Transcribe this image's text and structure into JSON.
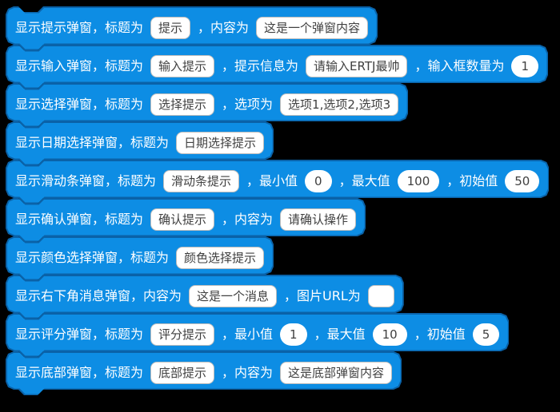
{
  "colors": {
    "background": "#000000",
    "block_fill": "#0D8DE4",
    "block_stroke": "#0A62A8",
    "input_text": "#404040"
  },
  "blocks": [
    {
      "id": "show-alert",
      "segments": [
        {
          "type": "label",
          "text": "显示提示弹窗，标题为"
        },
        {
          "type": "text",
          "name": "title-input",
          "value": "提示"
        },
        {
          "type": "label",
          "text": "，内容为"
        },
        {
          "type": "text",
          "name": "content-input",
          "value": "这是一个弹窗内容"
        }
      ]
    },
    {
      "id": "show-input",
      "segments": [
        {
          "type": "label",
          "text": "显示输入弹窗，标题为"
        },
        {
          "type": "text",
          "name": "title-input",
          "value": "输入提示"
        },
        {
          "type": "label",
          "text": "，提示信息为"
        },
        {
          "type": "text",
          "name": "message-input",
          "value": "请输入ERTJ最帅"
        },
        {
          "type": "label",
          "text": "，输入框数量为"
        },
        {
          "type": "number",
          "name": "input-count-input",
          "value": "1"
        }
      ]
    },
    {
      "id": "show-select",
      "segments": [
        {
          "type": "label",
          "text": "显示选择弹窗，标题为"
        },
        {
          "type": "text",
          "name": "title-input",
          "value": "选择提示"
        },
        {
          "type": "label",
          "text": "，选项为"
        },
        {
          "type": "text",
          "name": "options-input",
          "value": "选项1,选项2,选项3"
        }
      ]
    },
    {
      "id": "show-date-picker",
      "segments": [
        {
          "type": "label",
          "text": "显示日期选择弹窗，标题为"
        },
        {
          "type": "text",
          "name": "title-input",
          "value": "日期选择提示"
        }
      ]
    },
    {
      "id": "show-slider",
      "segments": [
        {
          "type": "label",
          "text": "显示滑动条弹窗，标题为"
        },
        {
          "type": "text",
          "name": "title-input",
          "value": "滑动条提示"
        },
        {
          "type": "label",
          "text": "，最小值"
        },
        {
          "type": "number",
          "name": "min-value-input",
          "value": "0"
        },
        {
          "type": "label",
          "text": "，最大值"
        },
        {
          "type": "number",
          "name": "max-value-input",
          "value": "100"
        },
        {
          "type": "label",
          "text": "，初始值"
        },
        {
          "type": "number",
          "name": "initial-value-input",
          "value": "50"
        }
      ]
    },
    {
      "id": "show-confirm",
      "segments": [
        {
          "type": "label",
          "text": "显示确认弹窗，标题为"
        },
        {
          "type": "text",
          "name": "title-input",
          "value": "确认提示"
        },
        {
          "type": "label",
          "text": "，内容为"
        },
        {
          "type": "text",
          "name": "content-input",
          "value": "请确认操作"
        }
      ]
    },
    {
      "id": "show-color-picker",
      "segments": [
        {
          "type": "label",
          "text": "显示颜色选择弹窗，标题为"
        },
        {
          "type": "text",
          "name": "title-input",
          "value": "颜色选择提示"
        }
      ]
    },
    {
      "id": "show-corner-message",
      "segments": [
        {
          "type": "label",
          "text": "显示右下角消息弹窗，内容为"
        },
        {
          "type": "text",
          "name": "content-input",
          "value": "这是一个消息"
        },
        {
          "type": "label",
          "text": "，图片URL为"
        },
        {
          "type": "text",
          "name": "image-url-input",
          "value": ""
        }
      ]
    },
    {
      "id": "show-rating",
      "segments": [
        {
          "type": "label",
          "text": "显示评分弹窗，标题为"
        },
        {
          "type": "text",
          "name": "title-input",
          "value": "评分提示"
        },
        {
          "type": "label",
          "text": "，最小值"
        },
        {
          "type": "number",
          "name": "min-value-input",
          "value": "1"
        },
        {
          "type": "label",
          "text": "，最大值"
        },
        {
          "type": "number",
          "name": "max-value-input",
          "value": "10"
        },
        {
          "type": "label",
          "text": "，初始值"
        },
        {
          "type": "number",
          "name": "initial-value-input",
          "value": "5"
        }
      ]
    },
    {
      "id": "show-bottom-sheet",
      "segments": [
        {
          "type": "label",
          "text": "显示底部弹窗，标题为"
        },
        {
          "type": "text",
          "name": "title-input",
          "value": "底部提示"
        },
        {
          "type": "label",
          "text": "，内容为"
        },
        {
          "type": "text",
          "name": "content-input",
          "value": "这是底部弹窗内容"
        }
      ]
    }
  ]
}
